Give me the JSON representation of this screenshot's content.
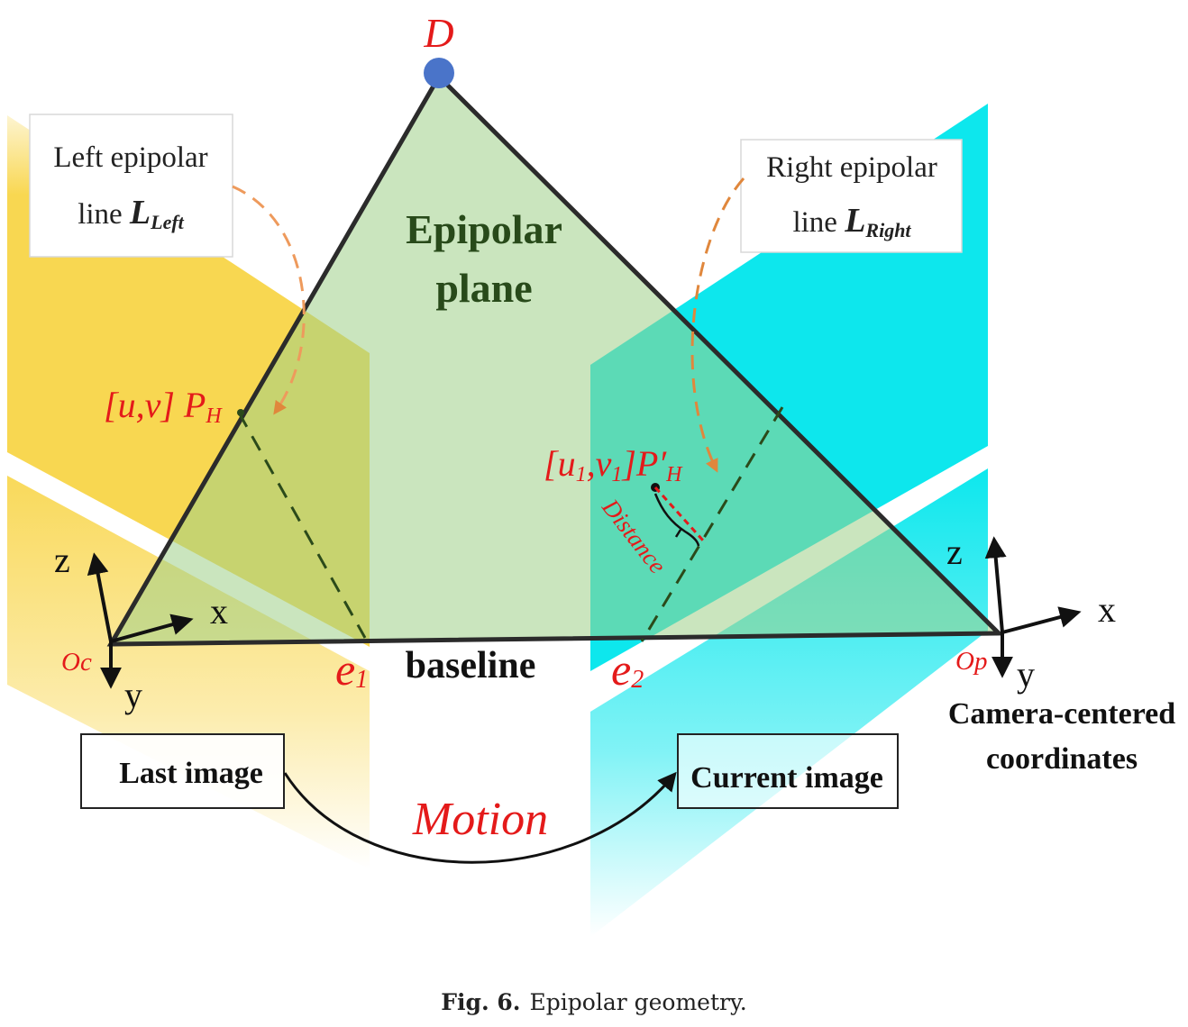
{
  "labels": {
    "point_d": "D",
    "left_line_a": "Left epipolar",
    "left_line_b": "line",
    "left_L": "L",
    "left_sub": "Left",
    "right_line_a": "Right epipolar",
    "right_line_b": "line",
    "right_L": "L",
    "right_sub": "Right",
    "plane_a": "Epipolar",
    "plane_b": "plane",
    "ph_coord": "[u,v]",
    "ph_P": "P",
    "ph_sub": "H",
    "ph2_open": "[u",
    "ph2_s1": "1",
    "ph2_mid": ",v",
    "ph2_s2": "1",
    "ph2_close": "]",
    "ph2_P": "P′",
    "ph2_sub": "H",
    "distance": "Distance",
    "baseline": "baseline",
    "e1": "e",
    "e1_sub": "1",
    "e2": "e",
    "e2_sub": "2",
    "oc": "Oc",
    "op": "Op",
    "axis_z": "z",
    "axis_x": "x",
    "axis_y": "y",
    "cam_a": "Camera-centered",
    "cam_b": "coordinates",
    "last_image": "Last image",
    "current_image": "Current image",
    "motion": "Motion"
  },
  "caption": {
    "number": "Fig. 6.",
    "text": "Epipolar geometry."
  },
  "colors": {
    "left_plane": "#f8d548",
    "right_plane": "#00e6ec",
    "epipolar_plane": "#9fcf88",
    "edge": "#2b2b2b",
    "label_red": "#e41a1a",
    "point_blue": "#4a74c9",
    "arrow_orange": "#ee9a5c",
    "plane_text": "#284a1a"
  }
}
